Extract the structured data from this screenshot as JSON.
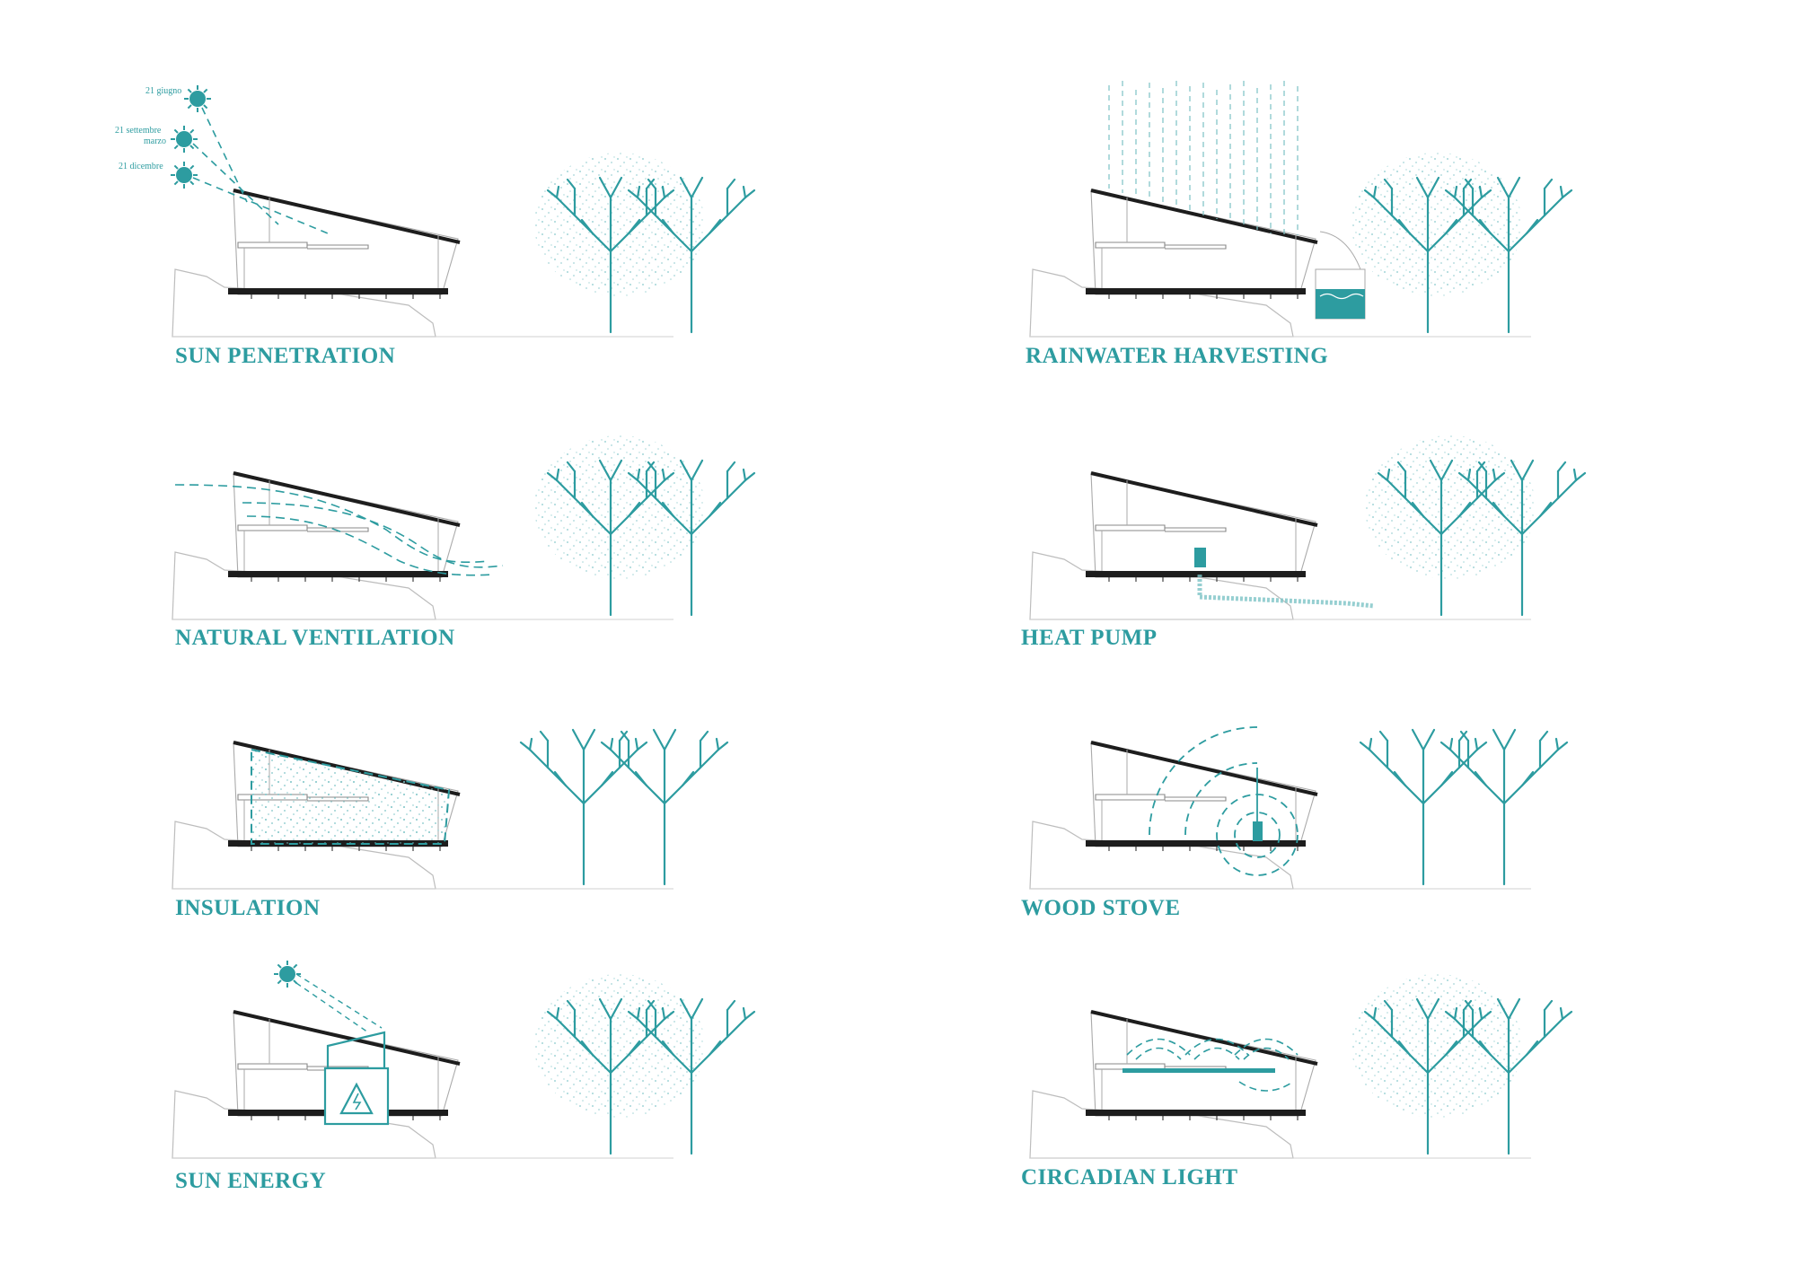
{
  "colors": {
    "accent": "#2d9ca0",
    "ink": "#1d1d1d",
    "line": "#bdbdbd",
    "background": "#ffffff"
  },
  "sun_labels": {
    "june": "21 giugno",
    "sept_line1": "21 settembre",
    "sept_line2": "marzo",
    "dec": "21 dicembre"
  },
  "panels": [
    {
      "id": "sun-penetration",
      "title": "SUN PENETRATION"
    },
    {
      "id": "rainwater-harvesting",
      "title": "RAINWATER HARVESTING"
    },
    {
      "id": "natural-ventilation",
      "title": "NATURAL VENTILATION"
    },
    {
      "id": "heat-pump",
      "title": "HEAT PUMP"
    },
    {
      "id": "insulation",
      "title": "INSULATION"
    },
    {
      "id": "wood-stove",
      "title": "WOOD STOVE"
    },
    {
      "id": "sun-energy",
      "title": "SUN ENERGY"
    },
    {
      "id": "circadian-light",
      "title": "CIRCADIAN LIGHT"
    }
  ],
  "icons": {
    "sun": "sun-icon",
    "battery": "battery-lightning-icon",
    "heat_pump": "heat-pump-unit-icon",
    "stove": "wood-stove-icon",
    "water_tank": "water-tank-icon"
  }
}
